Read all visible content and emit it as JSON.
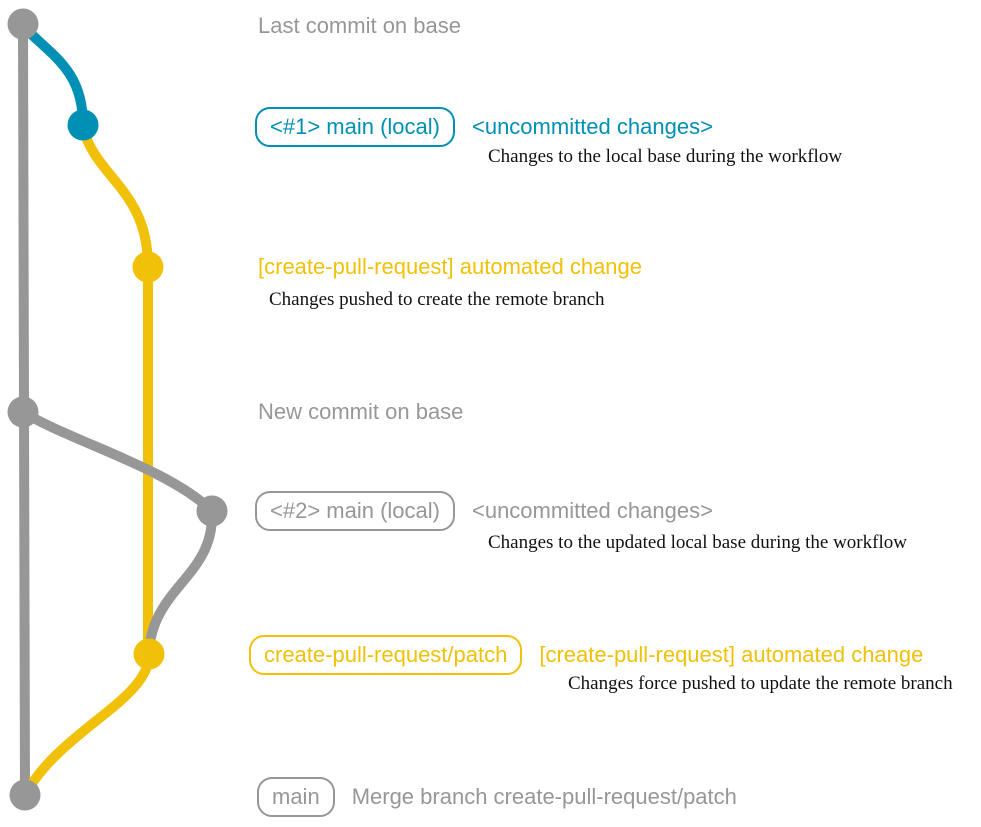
{
  "palette": {
    "gray": "#979797",
    "blue": "#008fb5",
    "yellow": "#f1c109",
    "caption_text": "#111111",
    "background": "#ffffff"
  },
  "commits": [
    {
      "message": "Last commit on base",
      "color": "gray"
    },
    {
      "tag": "<#1> main (local)",
      "message": "<uncommitted changes>",
      "caption": "Changes to the local base during the workflow",
      "color": "blue"
    },
    {
      "message": "[create-pull-request] automated change",
      "caption": "Changes pushed to create the remote branch",
      "color": "yellow"
    },
    {
      "message": "New commit on base",
      "color": "gray"
    },
    {
      "tag": "<#2> main (local)",
      "message": "<uncommitted changes>",
      "caption": "Changes to the updated local base during the workflow",
      "color": "gray"
    },
    {
      "tag": "create-pull-request/patch",
      "message": "[create-pull-request] automated change",
      "caption": "Changes force pushed to update the remote branch",
      "color": "yellow"
    },
    {
      "tag": "main",
      "message": "Merge branch create-pull-request/patch",
      "color": "gray"
    }
  ]
}
